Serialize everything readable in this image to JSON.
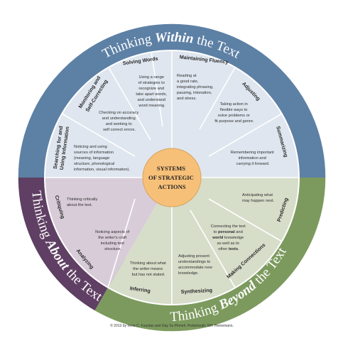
{
  "ring": {
    "within": {
      "pre": "Thinking ",
      "em": "Within",
      "post": " the Text",
      "color": "#5d80a5"
    },
    "beyond": {
      "pre": "Thinking ",
      "em": "Beyond",
      "post": " the Text",
      "color": "#7c9a5e"
    },
    "about": {
      "pre": "Thinking ",
      "em": "About",
      "post": " the Text",
      "color": "#5f3f63"
    }
  },
  "hub": {
    "line1": "SYSTEMS",
    "line2": "OF STRATEGIC",
    "line3": "ACTIONS",
    "color": "#f7c079"
  },
  "colors": {
    "within_inner": "#dfe6ef",
    "beyond_inner": "#d6ddc9",
    "about_inner": "#d8ccd8"
  },
  "segments": {
    "solving_words": {
      "title": "Solving Words",
      "desc": [
        "Using a range",
        "of strategies to",
        "recognize and",
        "take apart words,",
        "and understand",
        "word meaning."
      ]
    },
    "maintaining_fluency": {
      "title": "Maintaining Fluency",
      "desc": [
        "Reading at",
        "a good rate,",
        "integrating phrasing,",
        "pausing, intonation,",
        "and stress."
      ]
    },
    "adjusting": {
      "title": "Adjusting",
      "desc": [
        "Taking action in",
        "flexible ways to",
        "solve problems or",
        "fit purpose and genre."
      ]
    },
    "summarizing": {
      "title": "Summarizing",
      "desc": [
        "Remembering important",
        "information and",
        "carrying it forward."
      ]
    },
    "monitoring": {
      "title_1": "Monitoring and",
      "title_2": "Self-Correcting",
      "desc": [
        "Checking on accuracy",
        "and understanding",
        "and working to",
        "self correct errors."
      ]
    },
    "searching": {
      "title_1": "Searching for and",
      "title_2": "Using Information",
      "desc": [
        "Noticing and using",
        "sources of information",
        "(meaning, language",
        "structure, phonological",
        "information, visual information)."
      ]
    },
    "predicting": {
      "title": "Predicting",
      "desc": [
        "Anticipating what",
        "may happen next."
      ]
    },
    "making_connections": {
      "title": "Making Connections",
      "desc_1": "Connecting the text",
      "desc_2_pre": "to ",
      "desc_2_bold": "personal",
      "desc_2_post": " and",
      "desc_3_bold": "world",
      "desc_3_post": " knowledge",
      "desc_4": "as well as to",
      "desc_5_pre": "other ",
      "desc_5_bold": "texts",
      "desc_5_post": "."
    },
    "synthesizing": {
      "title": "Synthesizing",
      "desc": [
        "Adjusting present",
        "understandings to",
        "accommodate new",
        "knowledge."
      ]
    },
    "inferring": {
      "title": "Inferring",
      "desc": [
        "Thinking about what",
        "the writer means",
        "but has not stated."
      ]
    },
    "analyzing": {
      "title": "Analyzing",
      "desc": [
        "Noticing aspects of",
        "the writer's craft",
        "including text",
        "structure."
      ]
    },
    "critiquing": {
      "title": "Critiquing",
      "desc": [
        "Thinking critically",
        "about the text."
      ]
    }
  },
  "copyright": "© 2013 by Irene C. Fountas and Gay Su Pinnell. Portsmouth, NH: Heinemann."
}
